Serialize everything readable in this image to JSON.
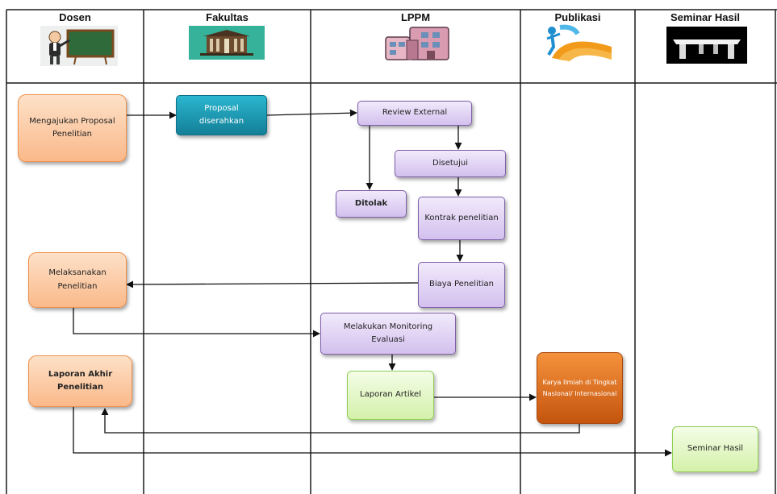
{
  "lanes": {
    "dosen": "Dosen",
    "fakultas": "Fakultas",
    "lppm": "LPPM",
    "publikasi": "Publikasi",
    "seminar": "Seminar Hasil"
  },
  "steps": {
    "mengajukan": "Mengajukan Proposal Penelitian",
    "proposal": "Proposal diserahkan",
    "review": "Review External",
    "disetujui": "Disetujui",
    "ditolak": "Ditolak",
    "kontrak": "Kontrak penelitian",
    "biaya": "Biaya Penelitian",
    "melaksanakan": "Melaksanakan Penelitian",
    "monitoring": "Melakukan Monitoring Evaluasi",
    "laporan_akhir": "Laporan Akhir Penelitian",
    "laporan_artikel": "Laporan Artikel",
    "karya": "Karya Ilmiah di Tingkat Nasional/ Internasional",
    "seminar_hasil": "Seminar Hasil"
  },
  "icons": {
    "dosen": "teacher-chalkboard-icon",
    "fakultas": "faculty-building-icon",
    "lppm": "office-buildings-icon",
    "publikasi": "publication-swoosh-icon",
    "seminar": "seminar-table-icon"
  },
  "colors": {
    "grid": "#1a1a1a",
    "arrow": "#111111",
    "peach": "#fab98a",
    "teal": "#1a9ab3",
    "lavender": "#d3c0ee",
    "green": "#d4f1aa",
    "orange": "#e0701f"
  }
}
